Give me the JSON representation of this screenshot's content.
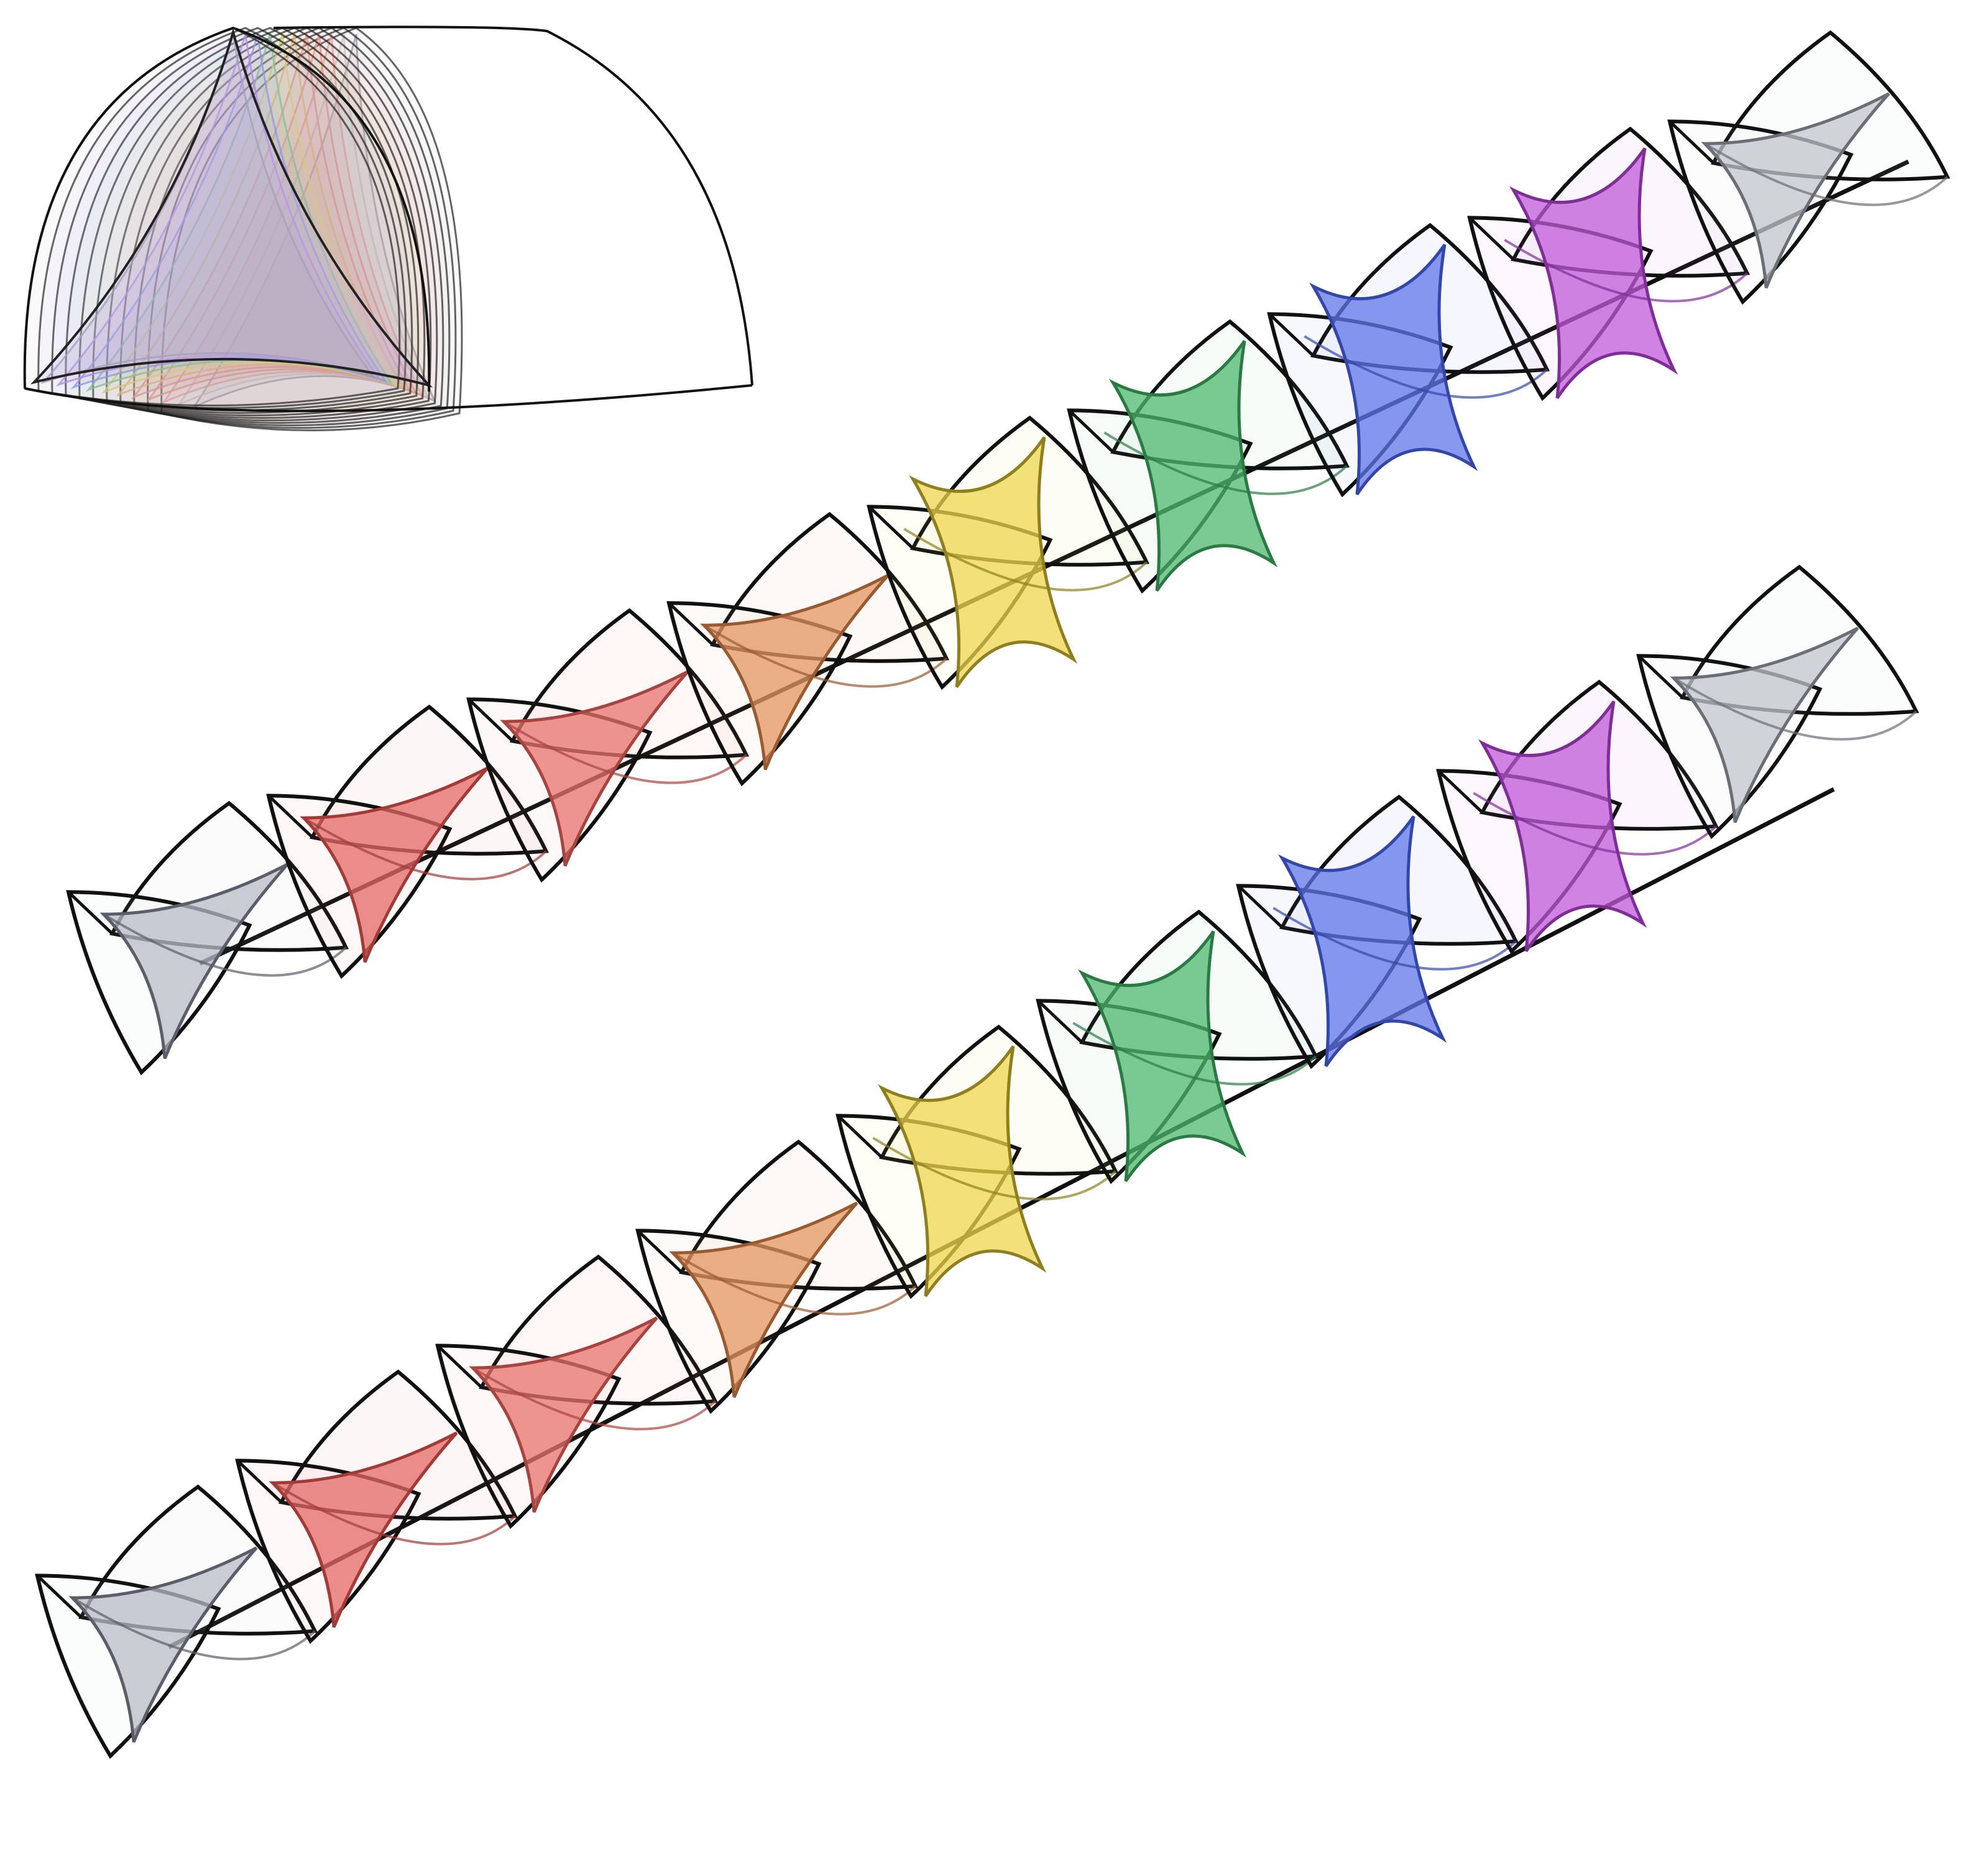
{
  "figure": {
    "description_free": true,
    "panels": [
      {
        "id": "overlay",
        "kind": "stacked-cross-sections",
        "colors": [
          "#9a9aa8",
          "#b38ce8",
          "#8f9be8",
          "#86c59a",
          "#e0d47a",
          "#e8b47a",
          "#e8958c",
          "#e8958c",
          "#e8a0a0",
          "#c9c9cf"
        ]
      },
      {
        "id": "upper-chain",
        "kind": "sectioned-prism-chain",
        "slices": [
          {
            "color": "#b8bcc6",
            "edge": "#5a5e6a"
          },
          {
            "color": "#e36a66",
            "edge": "#a33a36"
          },
          {
            "color": "#e8736e",
            "edge": "#a84440"
          },
          {
            "color": "#e39562",
            "edge": "#9a5a30"
          },
          {
            "color": "#eed64e",
            "edge": "#8f7f1e"
          },
          {
            "color": "#4fb870",
            "edge": "#2b7a44"
          },
          {
            "color": "#5f75e8",
            "edge": "#3347a8"
          },
          {
            "color": "#c05ad8",
            "edge": "#7f2e98"
          },
          {
            "color": "#c2c6cc",
            "edge": "#6a6e76"
          }
        ]
      },
      {
        "id": "lower-chain",
        "kind": "sectioned-prism-chain",
        "slices": [
          {
            "color": "#b8bcc6",
            "edge": "#5a5e6a"
          },
          {
            "color": "#e36a66",
            "edge": "#a33a36"
          },
          {
            "color": "#e8736e",
            "edge": "#a84440"
          },
          {
            "color": "#e39562",
            "edge": "#9a5a30"
          },
          {
            "color": "#eed64e",
            "edge": "#8f7f1e"
          },
          {
            "color": "#4fb870",
            "edge": "#2b7a44"
          },
          {
            "color": "#5f75e8",
            "edge": "#3347a8"
          },
          {
            "color": "#c05ad8",
            "edge": "#7f2e98"
          },
          {
            "color": "#c2c6cc",
            "edge": "#6a6e76"
          }
        ]
      }
    ]
  }
}
